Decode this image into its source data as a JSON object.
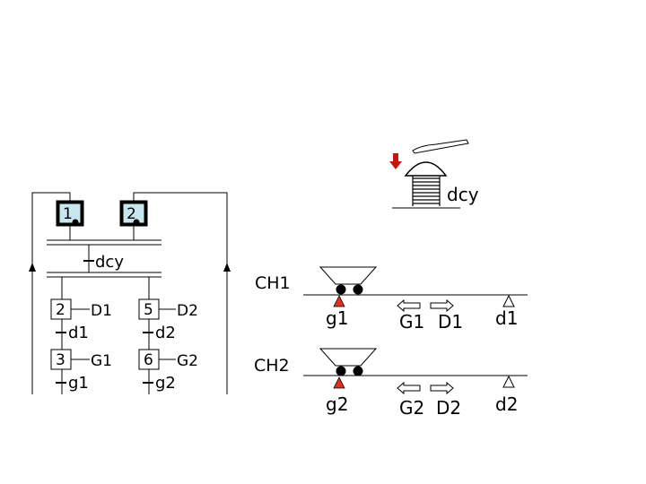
{
  "cycle_button_label": "dcy",
  "grafcet": {
    "initial_steps": [
      "1",
      "2"
    ],
    "start_transition": "dcy",
    "branch_left": {
      "step_a": "2",
      "action_a": "D1",
      "transition_a": "d1",
      "step_b": "3",
      "action_b": "G1",
      "transition_b": "g1"
    },
    "branch_right": {
      "step_a": "5",
      "action_a": "D2",
      "transition_a": "d2",
      "step_b": "6",
      "action_b": "G2",
      "transition_b": "g2"
    }
  },
  "channels": [
    {
      "name": "CH1",
      "left_sensor": "g1",
      "move_left": "G1",
      "move_right": "D1",
      "right_sensor": "d1"
    },
    {
      "name": "CH2",
      "left_sensor": "g2",
      "move_left": "G2",
      "move_right": "D2",
      "right_sensor": "d2"
    }
  ],
  "colors": {
    "sensor_active": "#e0301e",
    "step_fill": "#c8e6ee",
    "press_arrow": "#cc1111"
  }
}
